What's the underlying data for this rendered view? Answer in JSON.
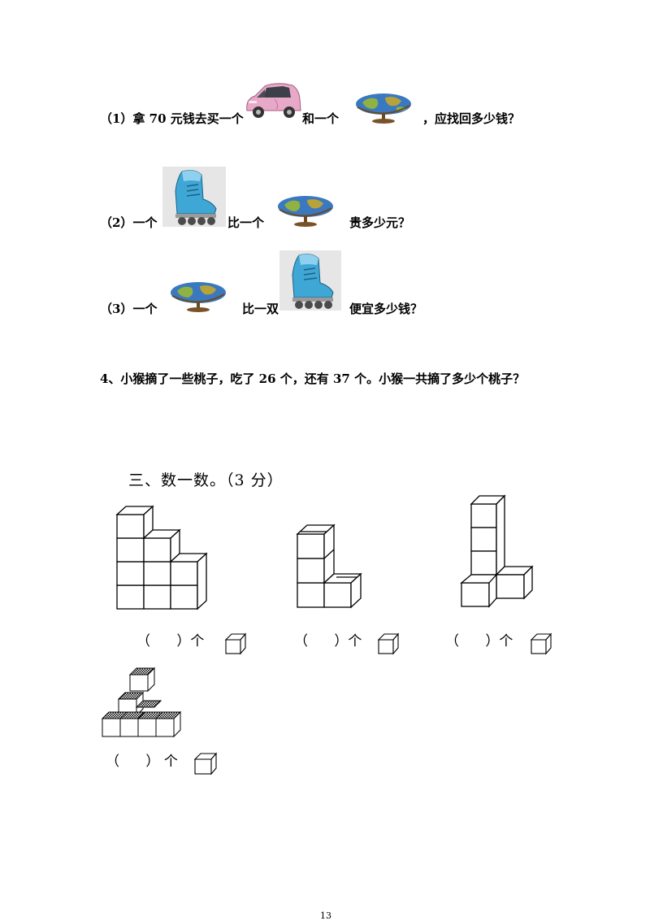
{
  "problems": {
    "p1": {
      "num": "（1）",
      "text_a": "拿 70 元钱去买一个",
      "text_b": "和一个",
      "text_c": "，应找回多少钱？",
      "icons": [
        "car-icon",
        "globe-icon"
      ]
    },
    "p2": {
      "num": "（2）",
      "text_a": "一个",
      "text_b": "比一个",
      "text_c": "贵多少元？",
      "icons": [
        "roller-skate-icon",
        "globe-icon"
      ]
    },
    "p3": {
      "num": "（3）",
      "text_a": "一个",
      "text_b": "比一双",
      "text_c": "便宜多少钱？",
      "icons": [
        "globe-icon",
        "roller-skate-icon"
      ]
    },
    "q4": {
      "text": "4、小猴摘了一些桃子，吃了 26 个，还有 37 个。小猴一共摘了多少个桃子？"
    }
  },
  "section3": {
    "title": "三、数一数。（3 分）",
    "answer_label": "（       ）个",
    "answer_label_short": "（      ）个",
    "answer_label_last": "（      ） 个"
  },
  "footer": {
    "page_number": "13"
  }
}
